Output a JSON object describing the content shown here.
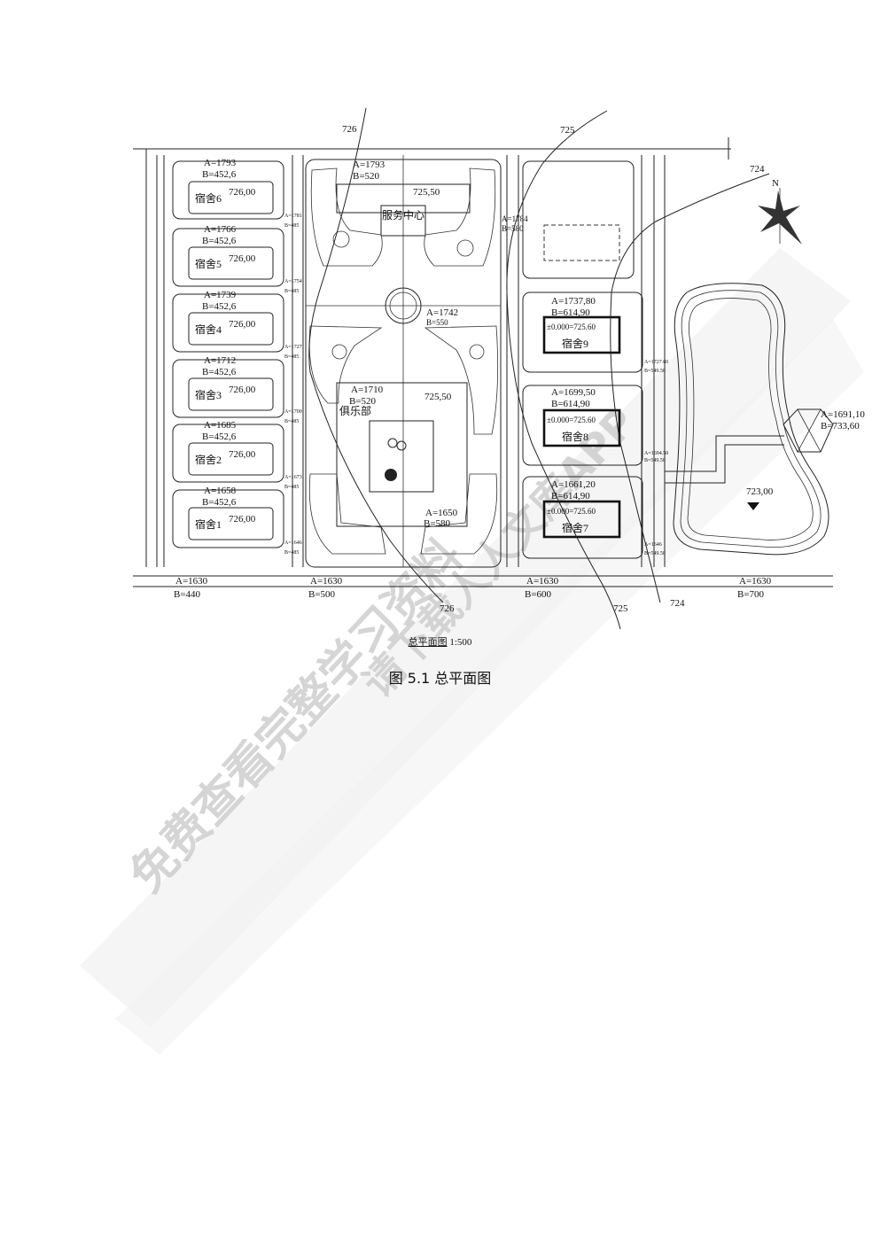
{
  "contours": {
    "c726": "726",
    "c725": "725",
    "c724": "724"
  },
  "north": "N",
  "dorms": [
    {
      "label": "宿舍6",
      "a": "A=1793",
      "b": "B=452,6",
      "elev": "726,00",
      "side_a": "A=1781",
      "side_b": "B=485"
    },
    {
      "label": "宿舍5",
      "a": "A=1766",
      "b": "B=452,6",
      "elev": "726,00",
      "side_a": "A=1754",
      "side_b": "B=485"
    },
    {
      "label": "宿舍4",
      "a": "A=1739",
      "b": "B=452,6",
      "elev": "726,00",
      "side_a": "A=1727",
      "side_b": "B=485"
    },
    {
      "label": "宿舍3",
      "a": "A=1712",
      "b": "B=452,6",
      "elev": "726,00",
      "side_a": "A=1700",
      "side_b": "B=485"
    },
    {
      "label": "宿舍2",
      "a": "A=1685",
      "b": "B=452,6",
      "elev": "726,00",
      "side_a": "A=1673",
      "side_b": "B=485"
    },
    {
      "label": "宿舍1",
      "a": "A=1658",
      "b": "B=452,6",
      "elev": "726,00",
      "side_a": "A=1646",
      "side_b": "B=485"
    }
  ],
  "service": {
    "label": "服务中心",
    "a": "A=1793",
    "b": "B=520",
    "elev": "725,50",
    "side_a": "A=1784",
    "side_b": "B=580"
  },
  "center": {
    "a": "A=1742",
    "b": "B=550"
  },
  "club": {
    "label": "俱乐部",
    "a": "A=1710",
    "b": "B=520",
    "elev": "725,50",
    "a2": "A=1650",
    "b2": "B=580"
  },
  "east_dorms": [
    {
      "label": "宿舍9",
      "a": "A=1737,80",
      "b": "B=614,90",
      "zero": "±0.000=725.60",
      "side_a": "A=1727.60",
      "side_b": "B=549.50"
    },
    {
      "label": "宿舍8",
      "a": "A=1699,50",
      "b": "B=614,90",
      "zero": "±0.000=725.60",
      "side_a": "A=1694.50",
      "side_b": "B=549.50"
    },
    {
      "label": "宿舍7",
      "a": "A=1661,20",
      "b": "B=614,90",
      "zero": "±0.000=725.60",
      "side_a": "A=1646",
      "side_b": "B=549.50"
    }
  ],
  "pavilion": {
    "a": "A=1691,10",
    "b": "B=733,60"
  },
  "pond_elev": "723,00",
  "bottom": [
    {
      "a": "A=1630",
      "b": "B=440"
    },
    {
      "a": "A=1630",
      "b": "B=500"
    },
    {
      "a": "A=1630",
      "b": "B=600"
    },
    {
      "a": "A=1630",
      "b": "B=700"
    }
  ],
  "subtitle": {
    "name": "总平面图",
    "scale": "1:500"
  },
  "caption": "图 5.1 总平面图",
  "watermark": {
    "line1": "免费查看完整学习资料",
    "line2": "请下载人人文库APP"
  }
}
